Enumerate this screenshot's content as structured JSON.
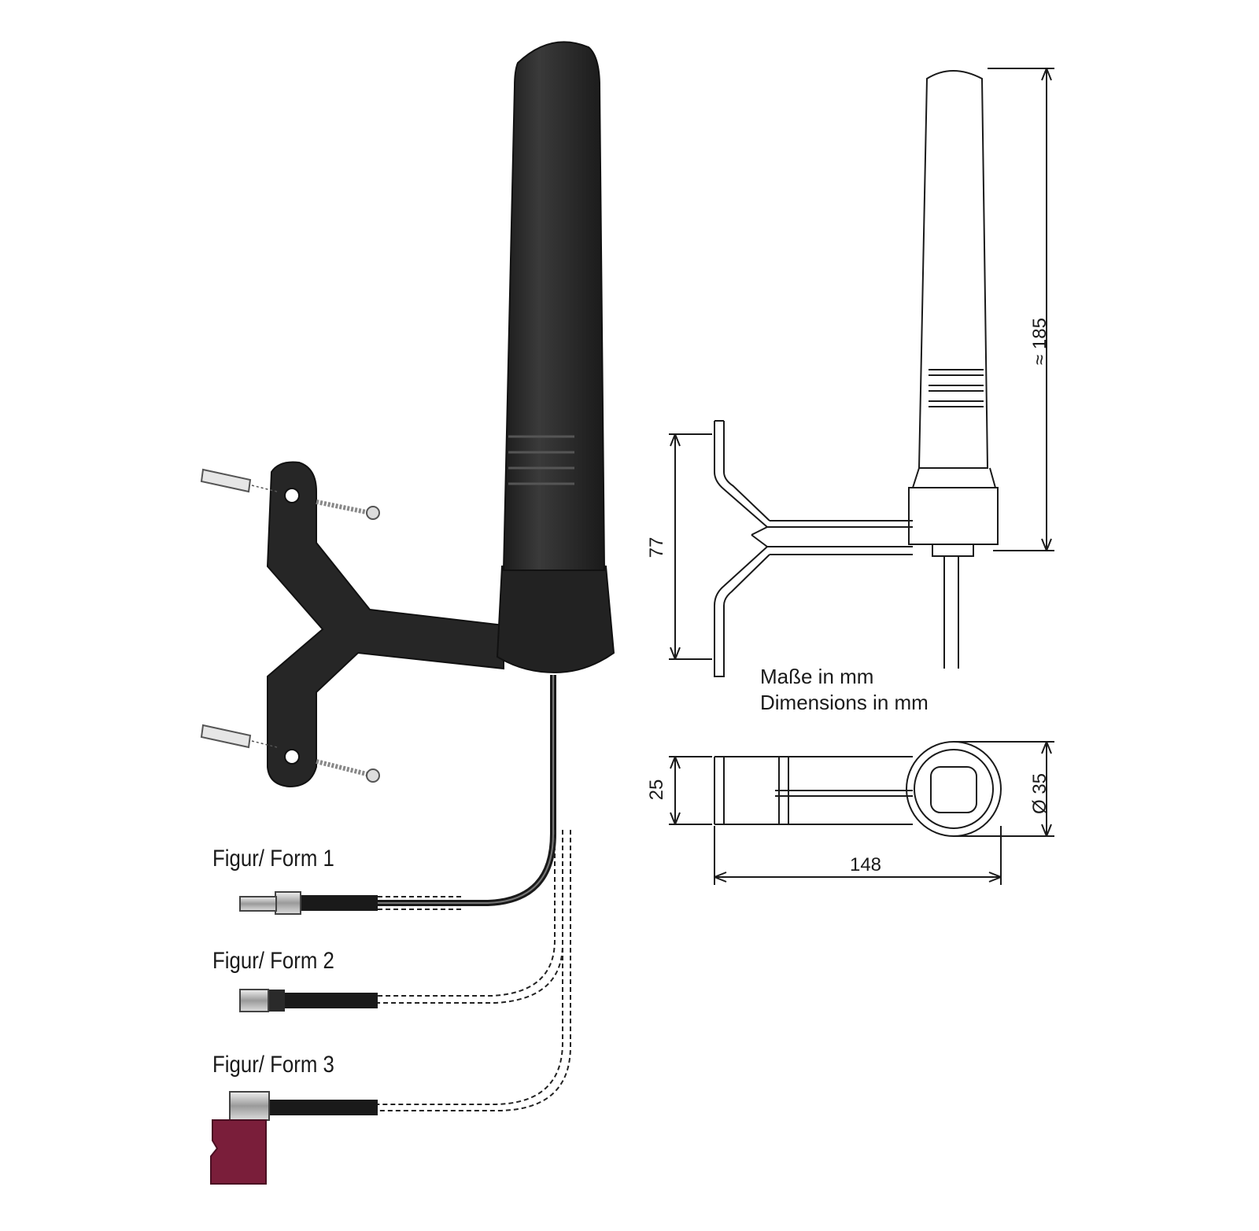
{
  "forms": [
    {
      "label": "Figur/ Form 1"
    },
    {
      "label": "Figur/ Form 2"
    },
    {
      "label": "Figur/ Form 3"
    }
  ],
  "note": {
    "line1": "Maße in mm",
    "line2": "Dimensions in mm"
  },
  "dimensions": {
    "height": "≈ 185",
    "bracket_height": "77",
    "depth": "25",
    "diameter": "Ø 35",
    "length": "148"
  },
  "colors": {
    "antenna_body": "#2a2a2a",
    "connector_form3": "#7a1e3a",
    "line": "#1a1a1a"
  }
}
